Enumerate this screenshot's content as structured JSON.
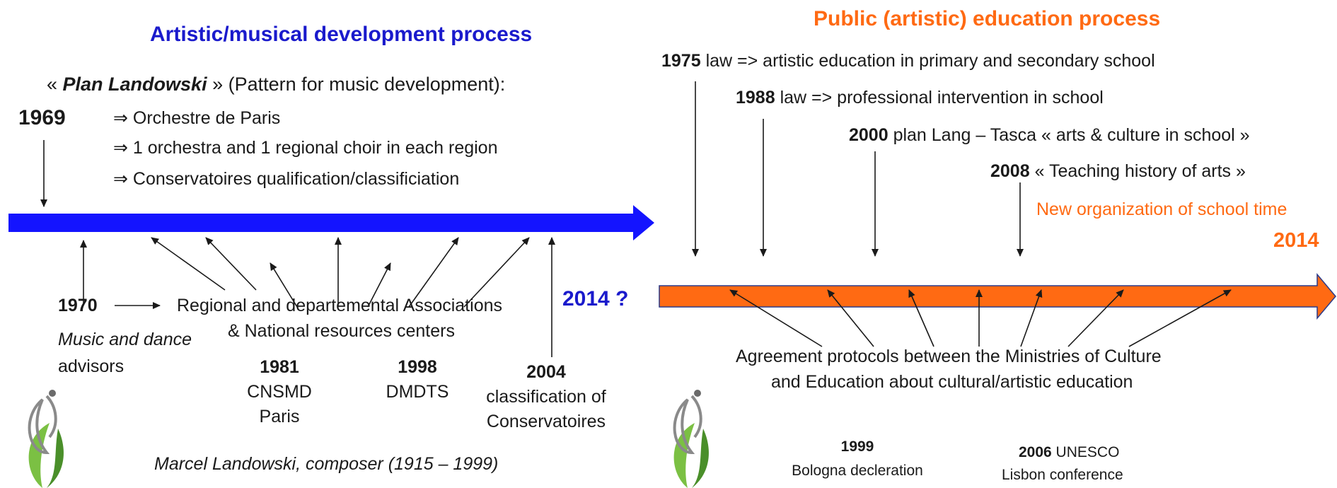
{
  "left": {
    "title": "Artistic/musical development process",
    "plan_prefix": "« ",
    "plan_name": "Plan Landowski",
    "plan_suffix": " » (Pattern for music development):",
    "year_1969": "1969",
    "bullets": [
      "⇒ Orchestre de Paris",
      "⇒ 1 orchestra and 1 regional choir in each region",
      "⇒ Conservatoires qualification/classificiation"
    ],
    "year_2014_question": "2014  ?",
    "year_1970": "1970",
    "music_dance": "Music and dance",
    "advisors": "advisors",
    "associations_line1": "Regional and departemental Associations",
    "associations_line2": "& National resources centers",
    "event_1981": {
      "year": "1981",
      "line1": "CNSMD",
      "line2": "Paris"
    },
    "event_1998": {
      "year": "1998",
      "line1": "DMDTS"
    },
    "event_2004": {
      "year": "2004",
      "line1": "classification of",
      "line2": "Conservatoires"
    },
    "caption": "Marcel Landowski,  composer (1915 – 1999)",
    "arrow_color": "#1414ff"
  },
  "right": {
    "title": "Public (artistic) education process",
    "laws": [
      {
        "year": "1975",
        "text": " law => artistic education in primary  and secondary school"
      },
      {
        "year": "1988",
        "text": " law => professional intervention  in school"
      },
      {
        "year": "2000",
        "text": " plan Lang – Tasca « arts & culture in school »"
      },
      {
        "year": "2008",
        "text": " « Teaching history of arts »"
      }
    ],
    "new_org": "New organization of school time",
    "year_2014": "2014",
    "agreement_line1": "Agreement  protocols between the  Ministries of Culture",
    "agreement_line2": "and Education about cultural/artistic education",
    "event_1999": {
      "year": "1999",
      "text": "Bologna decleration"
    },
    "event_2006": {
      "year": "2006",
      "text": " UNESCO",
      "line2": "Lisbon conference"
    },
    "arrow_color": "#ff6a13",
    "orange": "#ff6a13"
  }
}
